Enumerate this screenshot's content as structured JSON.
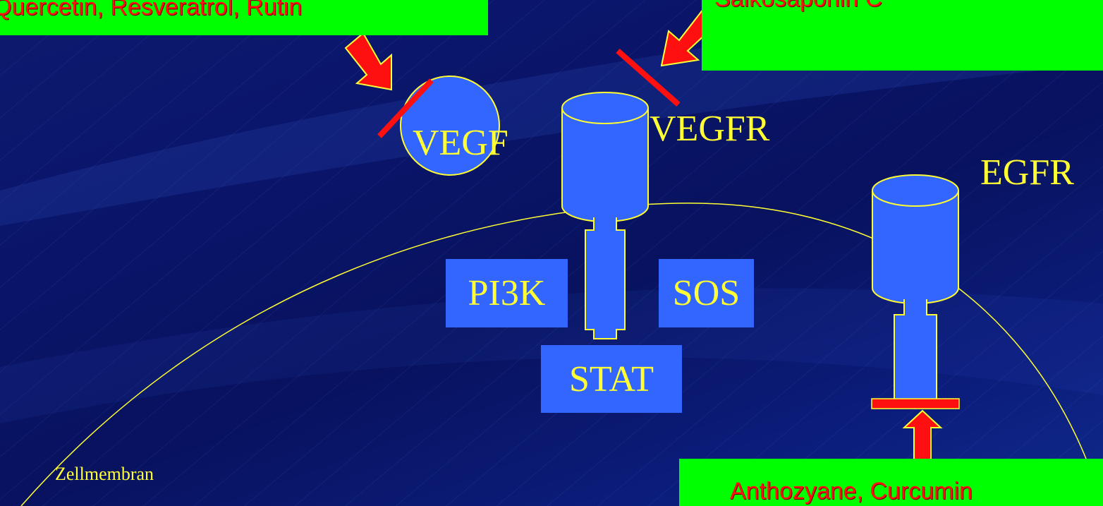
{
  "inhibitors": {
    "vegf_inhibitors": "Quercetin, Resveratrol, Rutin",
    "vegfr_inhibitor": "Saikosaponin C",
    "egfr_inhibitors": "Anthozyane, Curcumin"
  },
  "nodes": {
    "vegf": "VEGF",
    "vegfr": "VEGFR",
    "egfr": "EGFR",
    "pi3k": "PI3K",
    "sos": "SOS",
    "stat": "STAT"
  },
  "membrane_label": "Zellmembran",
  "colors": {
    "background": "#0a156a",
    "label_box": "#00ff00",
    "label_text": "#ff1010",
    "receptor_fill": "#3366ff",
    "outline": "#ffff33",
    "arrow_fill": "#ff1010",
    "arrow_stroke": "#ffff33"
  }
}
